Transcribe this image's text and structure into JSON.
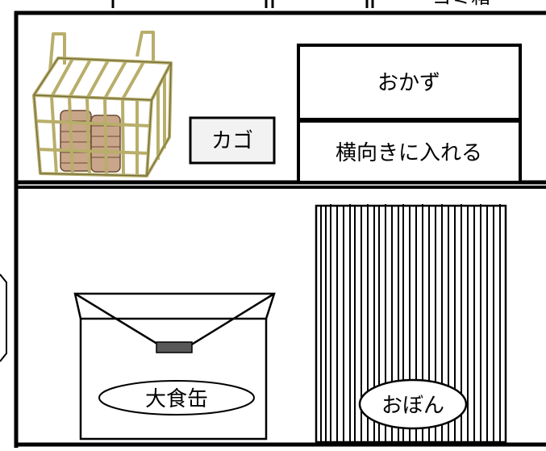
{
  "labels": {
    "top_partial": "ゴミ箱",
    "basket": "カゴ",
    "side_dish": "おかず",
    "place_sideways": "横向きに入れる",
    "big_can": "大食缶",
    "tray": "おぼん"
  },
  "colors": {
    "line": "#000000",
    "background": "#ffffff",
    "label_box_fill": "#f2f2f2",
    "basket_wire": "#c9c18a",
    "bowl": "#c9a58a",
    "can_handle": "#595959"
  },
  "icons": {
    "basket": "wire-basket-with-bowls-icon",
    "can_handle": "can-handle-icon"
  }
}
